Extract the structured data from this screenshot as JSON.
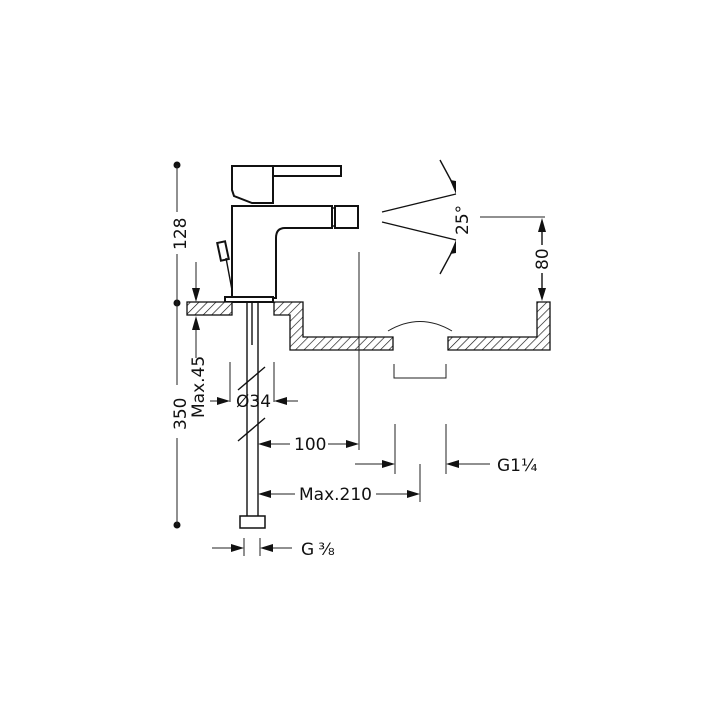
{
  "drawing": {
    "title": "Bidet mixer dimensional drawing",
    "stroke_color": "#111111",
    "background": "#ffffff"
  },
  "dimensions": {
    "height_above_deck": "128",
    "total_height": "350",
    "max_deck_thickness": "Max.45",
    "body_diameter": "Ø34",
    "spout_reach": "100",
    "max_reach": "Max.210",
    "spray_angle": "25°",
    "spout_height_over_rim": "80",
    "waste_thread": "G1",
    "waste_thread_fraction": "¼",
    "supply_thread": "G",
    "supply_thread_fraction": "⅜"
  }
}
